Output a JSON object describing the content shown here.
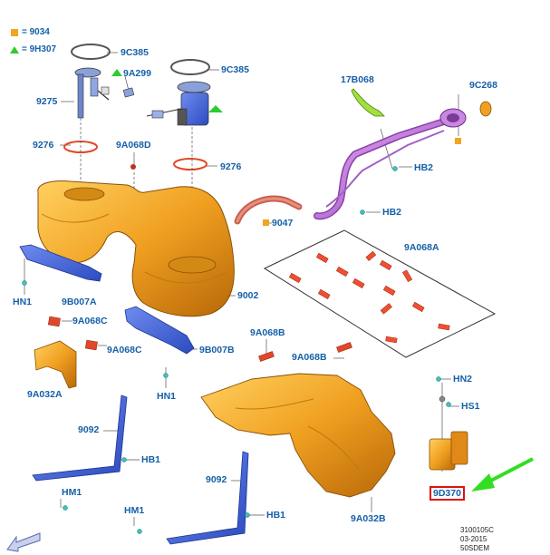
{
  "legend": [
    {
      "symbol": "square",
      "color": "#f2a51e",
      "text": "= 9034"
    },
    {
      "symbol": "triangle",
      "color": "#2fcc2f",
      "text": "= 9H307"
    }
  ],
  "labels": {
    "l9C385a": "9C385",
    "l9C385b": "9C385",
    "l9A299": "9A299",
    "l9275": "9275",
    "l17B068": "17B068",
    "l9C268": "9C268",
    "l9276a": "9276",
    "l9A068D": "9A068D",
    "l9276b": "9276",
    "lHB2a": "HB2",
    "lHB2b": "HB2",
    "l9047": "9047",
    "l9A068A": "9A068A",
    "lHN1a": "HN1",
    "l9B007A": "9B007A",
    "l9002": "9002",
    "l9A068Ca": "9A068C",
    "l9A068Cb": "9A068C",
    "l9B007B": "9B007B",
    "l9A068B1": "9A068B",
    "l9A068B2": "9A068B",
    "l9A032A": "9A032A",
    "lHN1b": "HN1",
    "lHN2": "HN2",
    "lHS1": "HS1",
    "l9092a": "9092",
    "lHB1a": "HB1",
    "l9092b": "9092",
    "lHM1a": "HM1",
    "lHM1b": "HM1",
    "lHB1b": "HB1",
    "l9A032B": "9A032B",
    "l9D370": "9D370"
  },
  "reference": {
    "line1": "3100105C",
    "line2": "03-2015",
    "line3": "50SDEM"
  },
  "colors": {
    "callout_text": "#1560a8",
    "highlight_box": "#e01010",
    "arrow_green": "#33dd22",
    "tank_orange": "#f0a020",
    "shield_blue": "#3a5fd8",
    "pipe_purple": "#c070d8",
    "gasket_red": "#e04828"
  }
}
